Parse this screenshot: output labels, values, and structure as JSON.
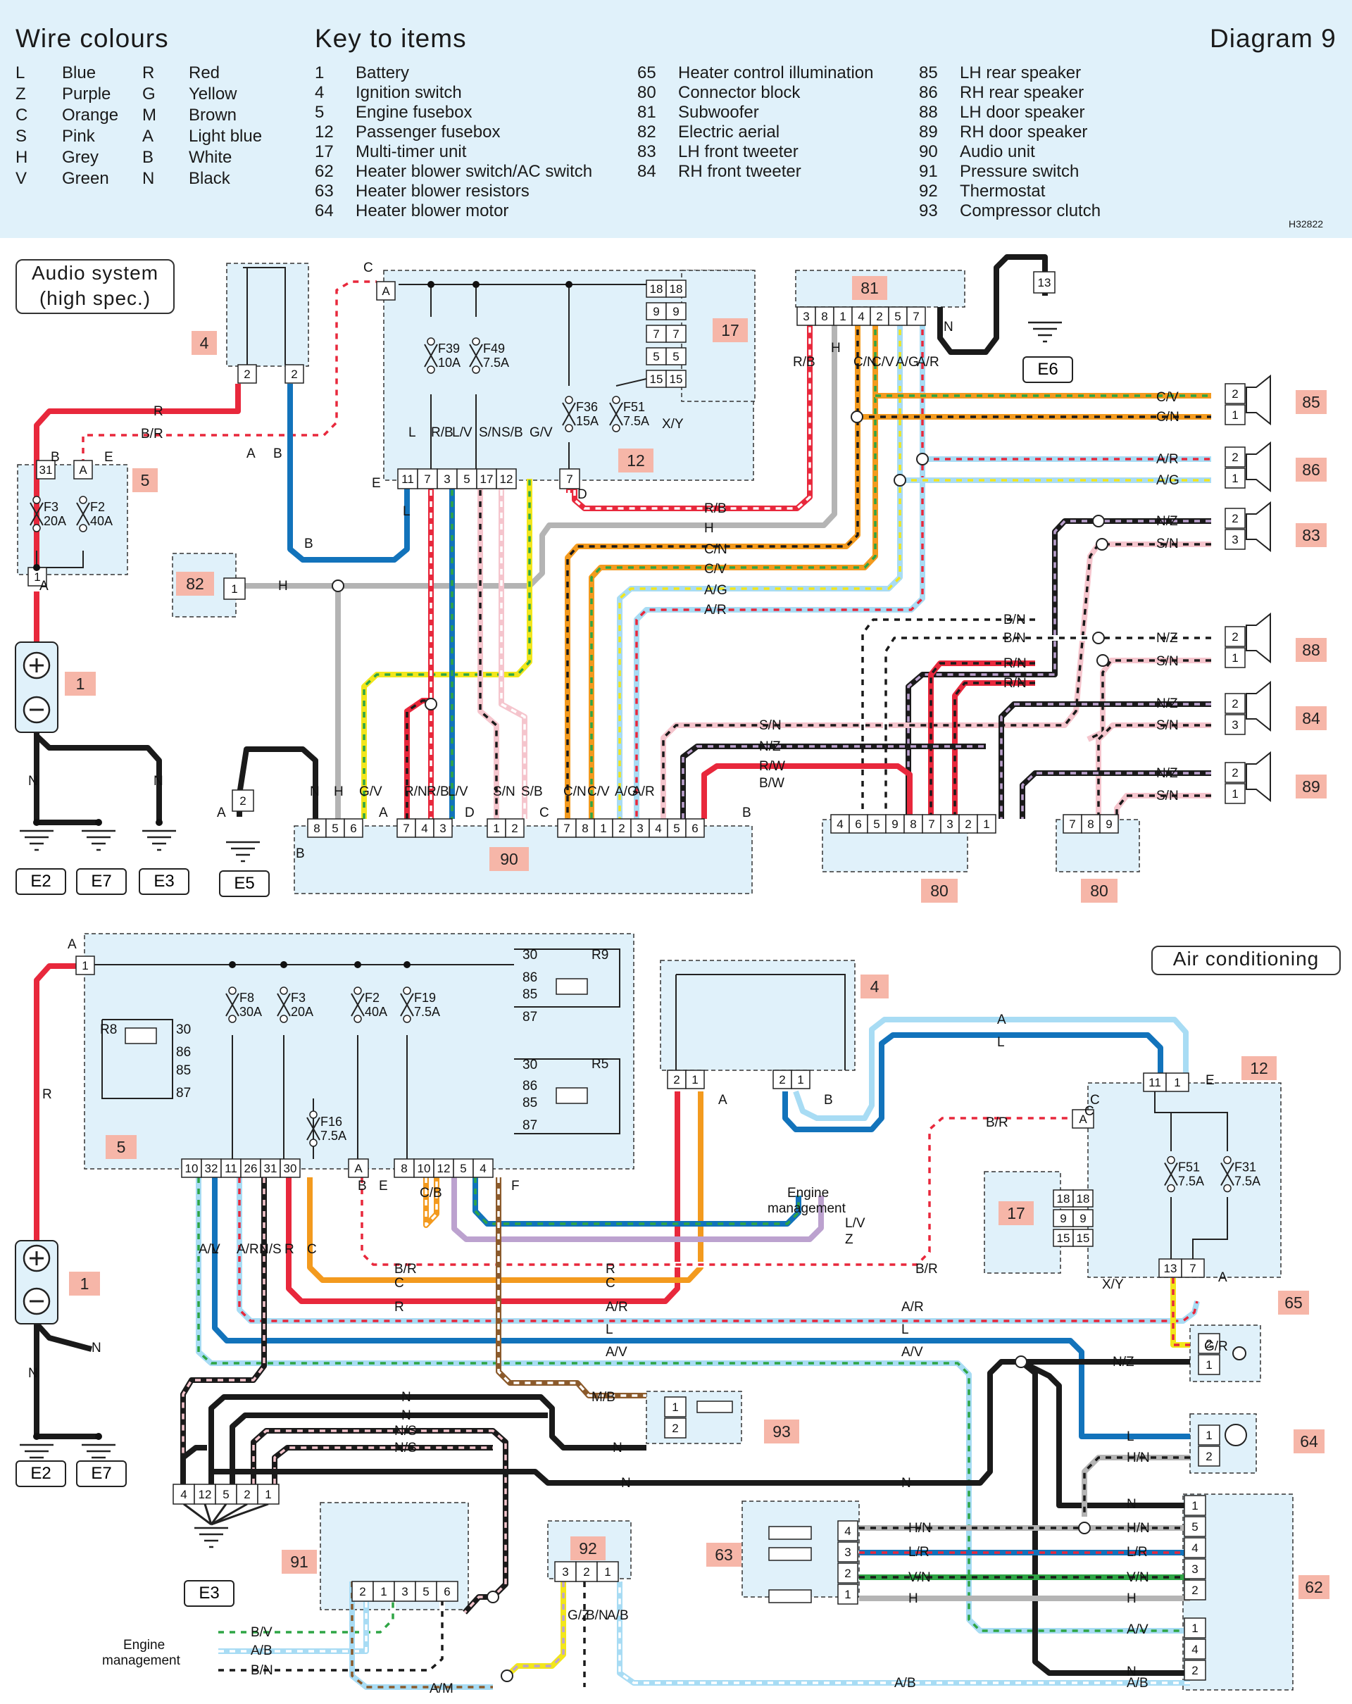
{
  "header": {
    "wire_colours_title": "Wire colours",
    "key_title": "Key to items",
    "diagram_title": "Diagram 9",
    "code": "H32822"
  },
  "wire_colours": [
    {
      "code": "L",
      "name": "Blue"
    },
    {
      "code": "Z",
      "name": "Purple"
    },
    {
      "code": "C",
      "name": "Orange"
    },
    {
      "code": "S",
      "name": "Pink"
    },
    {
      "code": "H",
      "name": "Grey"
    },
    {
      "code": "V",
      "name": "Green"
    },
    {
      "code": "R",
      "name": "Red"
    },
    {
      "code": "G",
      "name": "Yellow"
    },
    {
      "code": "M",
      "name": "Brown"
    },
    {
      "code": "A",
      "name": "Light blue"
    },
    {
      "code": "B",
      "name": "White"
    },
    {
      "code": "N",
      "name": "Black"
    }
  ],
  "key_items": [
    {
      "num": "1",
      "name": "Battery"
    },
    {
      "num": "4",
      "name": "Ignition switch"
    },
    {
      "num": "5",
      "name": "Engine fusebox"
    },
    {
      "num": "12",
      "name": "Passenger fusebox"
    },
    {
      "num": "17",
      "name": "Multi-timer unit"
    },
    {
      "num": "62",
      "name": "Heater blower switch/AC switch"
    },
    {
      "num": "63",
      "name": "Heater blower resistors"
    },
    {
      "num": "64",
      "name": "Heater blower motor"
    },
    {
      "num": "65",
      "name": "Heater control illumination"
    },
    {
      "num": "80",
      "name": "Connector block"
    },
    {
      "num": "81",
      "name": "Subwoofer"
    },
    {
      "num": "82",
      "name": "Electric aerial"
    },
    {
      "num": "83",
      "name": "LH front tweeter"
    },
    {
      "num": "84",
      "name": "RH front tweeter"
    },
    {
      "num": "85",
      "name": "LH rear speaker"
    },
    {
      "num": "86",
      "name": "RH rear speaker"
    },
    {
      "num": "88",
      "name": "LH door speaker"
    },
    {
      "num": "89",
      "name": "RH door speaker"
    },
    {
      "num": "90",
      "name": "Audio unit"
    },
    {
      "num": "91",
      "name": "Pressure switch"
    },
    {
      "num": "92",
      "name": "Thermostat"
    },
    {
      "num": "93",
      "name": "Compressor clutch"
    }
  ],
  "sections": {
    "audio_line1": "Audio system",
    "audio_line2": "(high spec.)",
    "aircon": "Air conditioning"
  },
  "badges": {
    "b1_top": "1",
    "b4_top": "4",
    "b5_top": "5",
    "b12_top": "12",
    "b17_top": "17",
    "b81": "81",
    "b82": "82",
    "b83": "83",
    "b84": "84",
    "b85": "85",
    "b86": "86",
    "b88": "88",
    "b89": "89",
    "b90": "90",
    "b80a": "80",
    "b80b": "80",
    "b1_bot": "1",
    "b4_bot": "4",
    "b5_bot": "5",
    "b12_bot": "12",
    "b17_bot": "17",
    "b62": "62",
    "b63": "63",
    "b64": "64",
    "b65": "65",
    "b91": "91",
    "b92": "92",
    "b93": "93"
  },
  "earths": {
    "e2_top": "E2",
    "e7_top": "E7",
    "e3_top": "E3",
    "e5": "E5",
    "e6": "E6",
    "e2_bot": "E2",
    "e7_bot": "E7",
    "e3_bot": "E3"
  },
  "colors": {
    "R": "#e8283c",
    "C": "#f39a1e",
    "L": "#1273bb",
    "H": "#b4b4b4",
    "N": "#1a1a1a",
    "A": "#a8dcf4",
    "V": "#2fa545",
    "G": "#f2e61b",
    "S": "#f5c5cd",
    "Z": "#bca2cf",
    "M": "#8b5a2b",
    "B": "#ffffff",
    "panel": "#e0f1fa"
  },
  "diagram": {
    "fuses": [
      {
        "name": "F39",
        "rating": "10A"
      },
      {
        "name": "F49",
        "rating": "7.5A"
      },
      {
        "name": "F36",
        "rating": "15A"
      },
      {
        "name": "F51",
        "rating": "7.5A"
      },
      {
        "name": "F3",
        "rating": "20A"
      },
      {
        "name": "F2",
        "rating": "40A"
      },
      {
        "name": "F8",
        "rating": "30A"
      },
      {
        "name": "F3",
        "rating": "20A"
      },
      {
        "name": "F2",
        "rating": "40A"
      },
      {
        "name": "F19",
        "rating": "7.5A"
      },
      {
        "name": "F16",
        "rating": "7.5A"
      },
      {
        "name": "F51",
        "rating": "7.5A"
      },
      {
        "name": "F31",
        "rating": "7.5A"
      }
    ],
    "relays": [
      "R9",
      "R8",
      "R5"
    ],
    "notes": [
      "X/Y",
      "X/Y",
      "Engine management",
      "Engine management"
    ],
    "wire_labels": [
      "R",
      "B/R",
      "C/N",
      "C/V",
      "A/R",
      "A/G",
      "N/Z",
      "S/N",
      "B/N",
      "R/N",
      "R/W",
      "B/W",
      "R/B",
      "H",
      "L",
      "L/V",
      "G/V",
      "S/B",
      "A/V",
      "N/S",
      "M/B",
      "N",
      "L/R",
      "V/N",
      "H/N",
      "G/R",
      "A/B",
      "B/V",
      "A/M",
      "G/Z",
      "C/B",
      "Z"
    ]
  }
}
